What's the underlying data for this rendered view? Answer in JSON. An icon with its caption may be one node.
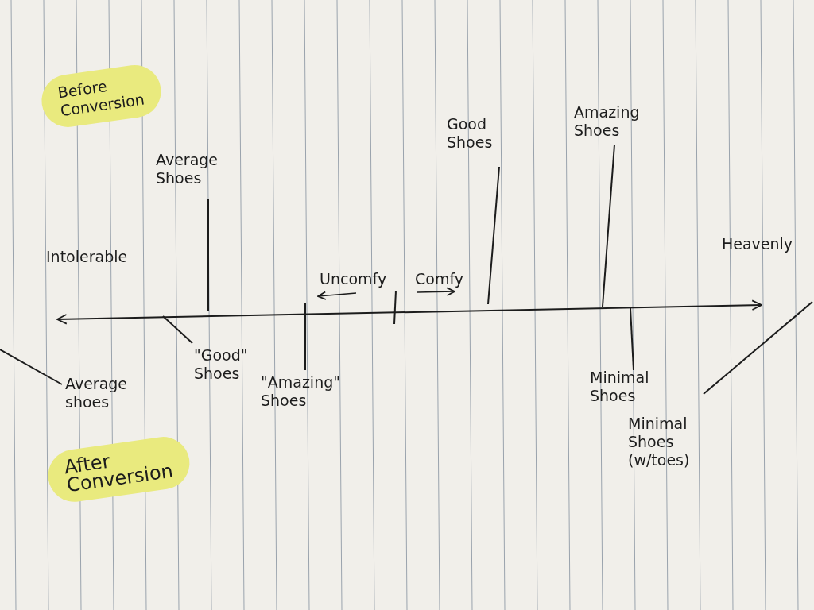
{
  "diagram": {
    "nodes": [
      {
        "text": [
          "Average Shoes"
        ]
      },
      {
        "text": [
          "Good Shoes"
        ]
      },
      {
        "text": [
          "Amazing Shoes"
        ]
      },
      {
        "text": [
          "Average shoes"
        ]
      },
      {
        "text": [
          "\"Good\" Shoes"
        ]
      },
      {
        "text": [
          "\"Amazing\" Shoes"
        ]
      },
      {
        "text": [
          "Minimal Shoes"
        ]
      },
      {
        "text": [
          "Minimal Shoes (w/toes)"
        ]
      }
    ],
    "edges": [
      {
        "from": 0,
        "to": null,
        "arrow": "none"
      },
      {
        "from": 1,
        "to": null,
        "arrow": "none"
      },
      {
        "from": 2,
        "to": null,
        "arrow": "none"
      },
      {
        "from": 3,
        "to": null,
        "arrow": "none"
      },
      {
        "from": 4,
        "to": null,
        "arrow": "none"
      },
      {
        "from": 5,
        "to": null,
        "arrow": "none"
      },
      {
        "from": 6,
        "to": null,
        "arrow": "none"
      },
      {
        "from": 7,
        "to": null,
        "arrow": "none"
      }
    ],
    "labels": [
      "Before Conversion",
      "Intolerable",
      "Heavenly",
      "Uncomfy",
      "Comfy",
      "After Conversion"
    ]
  }
}
